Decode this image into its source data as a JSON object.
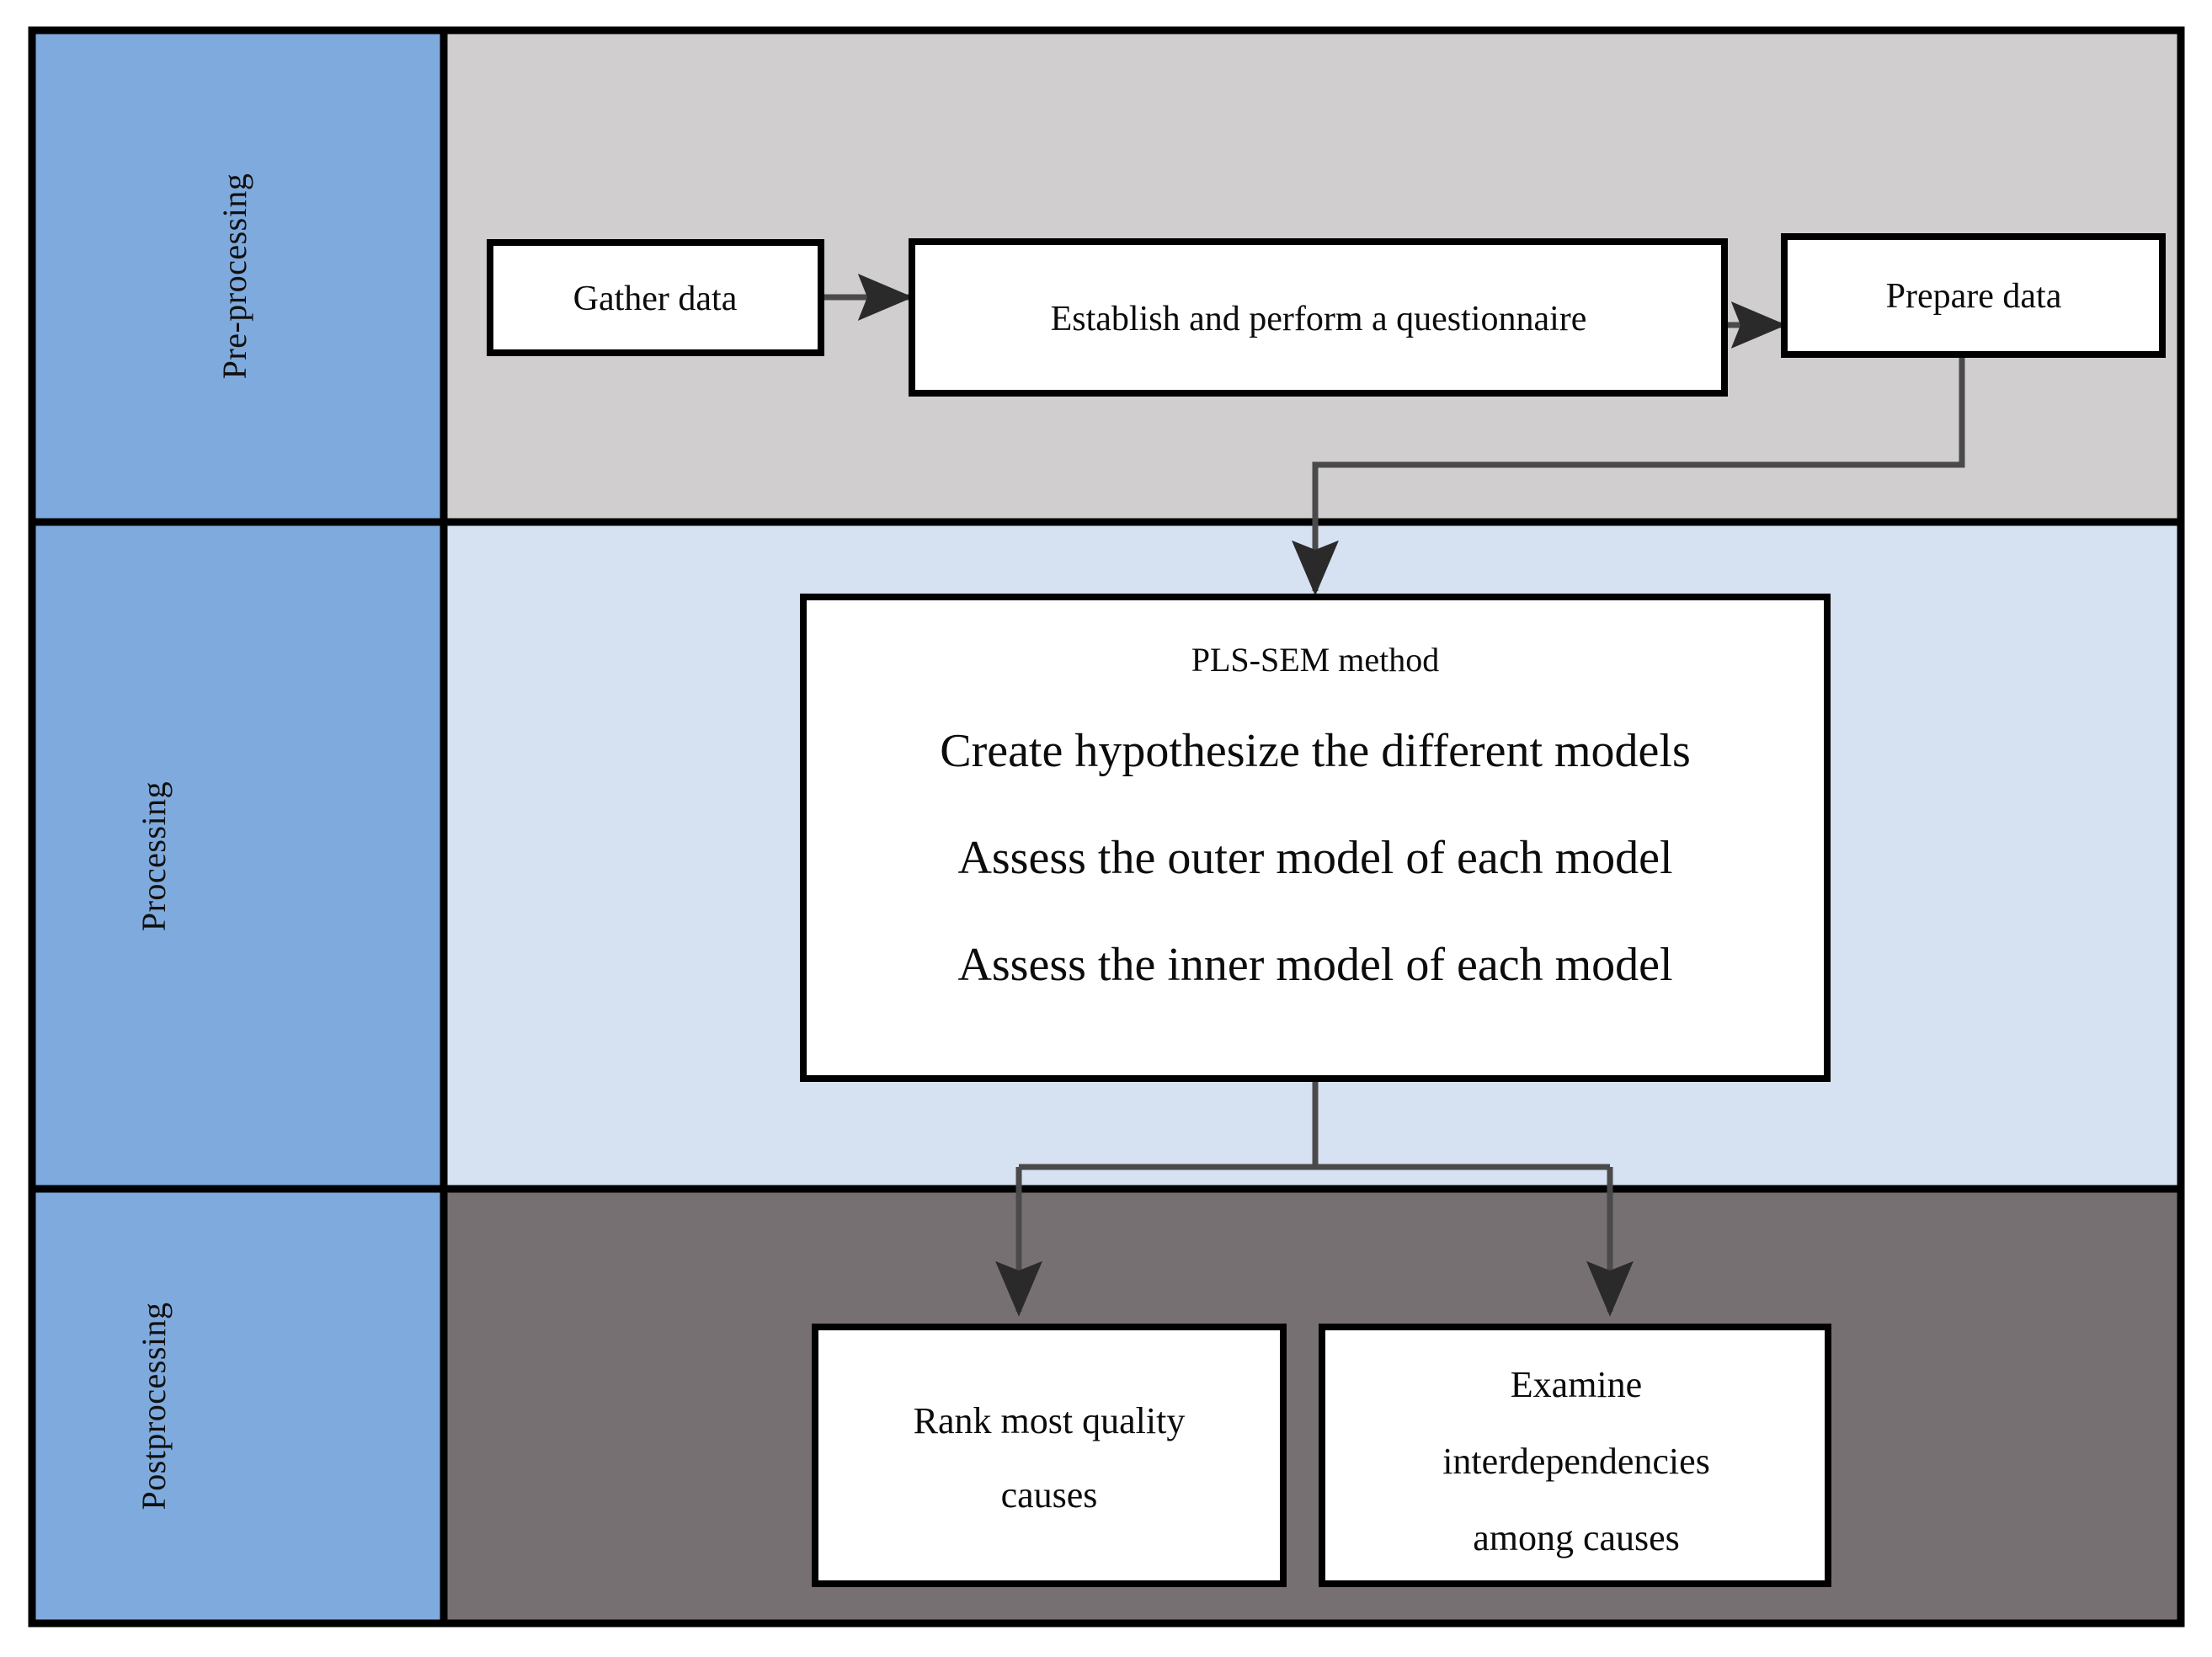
{
  "figure": {
    "type": "flowchart",
    "orientation": "three-stage swimlane, vertical flow",
    "frame_border_color": "#000000"
  },
  "bands": [
    {
      "key": "preprocessing",
      "label": "Pre-processing",
      "label_orientation": "vertical-bottom-to-top",
      "lane_color": "#7FAADD",
      "content_color": "#D0CECE"
    },
    {
      "key": "processing",
      "label": "Processing",
      "label_orientation": "vertical-bottom-to-top",
      "lane_color": "#7FAADD",
      "content_color": "#D6E2F2"
    },
    {
      "key": "postprocessing",
      "label": "Postprocessing",
      "label_orientation": "vertical-bottom-to-top",
      "lane_color": "#7FAADD",
      "content_color": "#777072"
    }
  ],
  "nodes": {
    "gather_data": {
      "label": "Gather data"
    },
    "questionnaire": {
      "label": "Establish and perform a questionnaire"
    },
    "prepare_data": {
      "label": "Prepare data"
    },
    "pls_sem": {
      "title": "PLS-SEM method",
      "steps": [
        "Create hypothesize the different models",
        "Assess the outer model of each model",
        "Assess the inner model of each model"
      ]
    },
    "rank_causes": {
      "lines": [
        "Rank most quality",
        "causes"
      ]
    },
    "examine_interdependencies": {
      "lines": [
        "Examine",
        "interdependencies",
        "among causes"
      ]
    }
  },
  "edges": [
    {
      "from": "gather_data",
      "to": "questionnaire",
      "style": "straight-right-arrow"
    },
    {
      "from": "questionnaire",
      "to": "prepare_data",
      "style": "straight-right-arrow"
    },
    {
      "from": "prepare_data",
      "to": "pls_sem",
      "style": "orthogonal-down-left-down-arrow"
    },
    {
      "from": "pls_sem",
      "to": "rank_causes",
      "style": "fork-down-left-arrow"
    },
    {
      "from": "pls_sem",
      "to": "examine_interdependencies",
      "style": "fork-down-right-arrow"
    }
  ],
  "colors": {
    "lane_blue": "#7FAADD",
    "band1_gray": "#D0CECE",
    "band2_blue": "#D6E2F2",
    "band3_gray": "#777072",
    "node_fill": "#FFFFFF",
    "node_stroke": "#000000",
    "connector": "#3B3B3B",
    "text": "#0C0C0C"
  }
}
